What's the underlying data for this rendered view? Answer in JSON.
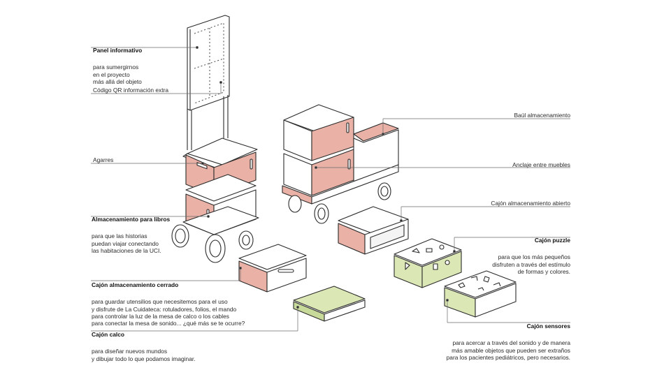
{
  "colors": {
    "pink": "#eab1a6",
    "pink_dark": "#dc8f80",
    "green": "#dbe8b5",
    "green_dark": "#c8da9a",
    "line": "#2b2b2b",
    "leader": "#6a6a6a"
  },
  "labels": {
    "panel_title": "Panel informativo",
    "panel_desc": "para sumergirnos\nen el proyecto\nmás allá del objeto",
    "qr": "Código QR información extra",
    "agarres": "Agarres",
    "libros_title": "Almacenamiento para libros",
    "libros_desc": "para que las historias\npuedan viajar conectando\nlas habitaciones de la UCI.",
    "cerrado_title": "Cajón almacenamiento cerrado",
    "cerrado_desc": "para guardar utensilios que necesitemos para el uso\ny disfrute de La Cuidateca: rotuladores, folios, el mando\npara controlar la luz de la mesa de calco o los cables\npara conectar la mesa de sonido... ¿qué más se te ocurre?",
    "calco_title": "Cajón calco",
    "calco_desc": "para diseñar nuevos mundos\ny dibujar todo lo que podamos imaginar.",
    "baul": "Baúl almacenamiento",
    "anclaje": "Anclaje entre muebles",
    "abierto": "Cajón almacenamiento abierto",
    "puzzle_title": "Cajón puzzle",
    "puzzle_desc": "para que los más pequeños\ndisfruten a través del estímulo\nde formas y colores.",
    "sensores_title": "Cajón sensores",
    "sensores_desc": "para acercar a través del sonido y de manera\nmás amable objetos que pueden ser extraños\npara los pacientes pediátricos, pero necesarios."
  }
}
